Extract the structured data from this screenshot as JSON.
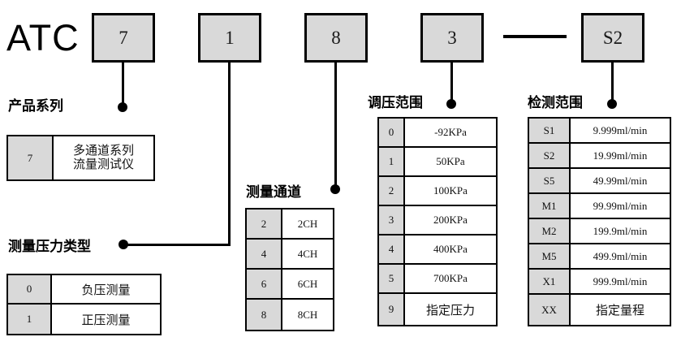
{
  "diagram": {
    "title_prefix": "ATC",
    "separator": "—",
    "code_boxes": [
      {
        "name": "product-series",
        "value": "7"
      },
      {
        "name": "pressure-type",
        "value": "1"
      },
      {
        "name": "measure-channel",
        "value": "8"
      },
      {
        "name": "pressure-range",
        "value": "3"
      },
      {
        "name": "detect-range",
        "value": "S2"
      }
    ]
  },
  "sections": {
    "product_series": {
      "caption": "产品系列",
      "rows": [
        {
          "code": "7",
          "line1": "多通道系列",
          "line2": "流量测试仪"
        }
      ]
    },
    "pressure_type": {
      "caption": "测量压力类型",
      "rows": [
        {
          "code": "0",
          "value": "负压测量"
        },
        {
          "code": "1",
          "value": "正压测量"
        }
      ]
    },
    "measure_channel": {
      "caption": "测量通道",
      "rows": [
        {
          "code": "2",
          "value": "2CH"
        },
        {
          "code": "4",
          "value": "4CH"
        },
        {
          "code": "6",
          "value": "6CH"
        },
        {
          "code": "8",
          "value": "8CH"
        }
      ]
    },
    "pressure_range": {
      "caption": "调压范围",
      "rows": [
        {
          "code": "0",
          "value": "-92KPa"
        },
        {
          "code": "1",
          "value": "50KPa"
        },
        {
          "code": "2",
          "value": "100KPa"
        },
        {
          "code": "3",
          "value": "200KPa"
        },
        {
          "code": "4",
          "value": "400KPa"
        },
        {
          "code": "5",
          "value": "700KPa"
        },
        {
          "code": "9",
          "value": "指定压力"
        }
      ]
    },
    "detect_range": {
      "caption": "检测范围",
      "rows": [
        {
          "code": "S1",
          "value": "9.999ml/min"
        },
        {
          "code": "S2",
          "value": "19.99ml/min"
        },
        {
          "code": "S5",
          "value": "49.99ml/min"
        },
        {
          "code": "M1",
          "value": "99.99ml/min"
        },
        {
          "code": "M2",
          "value": "199.9ml/min"
        },
        {
          "code": "M5",
          "value": "499.9ml/min"
        },
        {
          "code": "X1",
          "value": "999.9ml/min"
        },
        {
          "code": "XX",
          "value": "指定量程"
        }
      ]
    }
  },
  "colors": {
    "box_fill": "#d9d9d9",
    "line": "#000000",
    "page_bg": "#ffffff"
  }
}
